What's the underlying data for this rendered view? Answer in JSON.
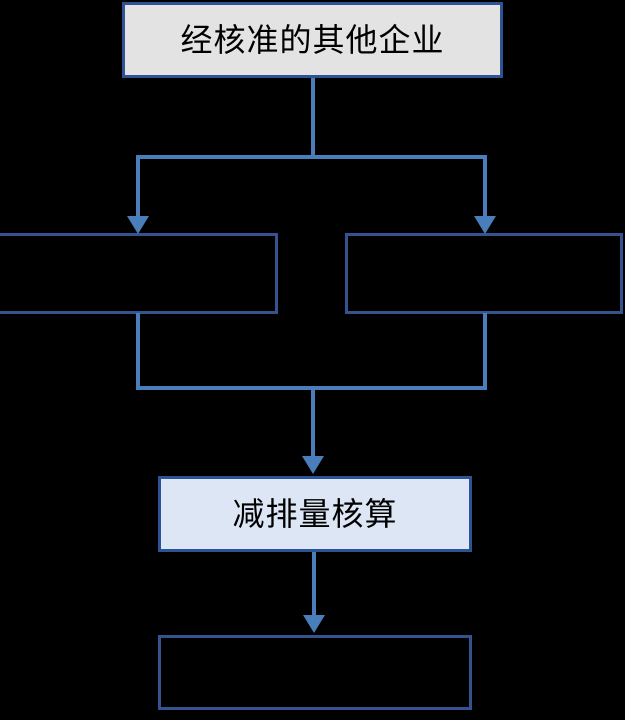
{
  "diagram": {
    "type": "flowchart",
    "orientation": "top-to-bottom",
    "background_color": "#000000",
    "nodes": [
      {
        "id": "top",
        "label": "经核准的其他企业",
        "fill": "#e3e3e3",
        "border": "#2e5395",
        "text_color": "#000000"
      },
      {
        "id": "left-branch",
        "label": "",
        "fill": "transparent",
        "border": "#35548f",
        "text_color": "#000000"
      },
      {
        "id": "right-branch",
        "label": "",
        "fill": "transparent",
        "border": "#35548f",
        "text_color": "#000000"
      },
      {
        "id": "accounting",
        "label": "减排量核算",
        "fill": "#dce6f4",
        "border": "#2e5395",
        "text_color": "#000000"
      },
      {
        "id": "bottom",
        "label": "",
        "fill": "transparent",
        "border": "#35548f",
        "text_color": "#000000"
      }
    ],
    "connector_color": "#4a7ebb",
    "edges": [
      {
        "from": "top",
        "to": "left-branch",
        "style": "elbow-arrow"
      },
      {
        "from": "top",
        "to": "right-branch",
        "style": "elbow-arrow"
      },
      {
        "from": "left-branch",
        "to": "accounting",
        "style": "elbow-arrow"
      },
      {
        "from": "right-branch",
        "to": "accounting",
        "style": "elbow-arrow"
      },
      {
        "from": "accounting",
        "to": "bottom",
        "style": "straight-arrow"
      }
    ]
  }
}
